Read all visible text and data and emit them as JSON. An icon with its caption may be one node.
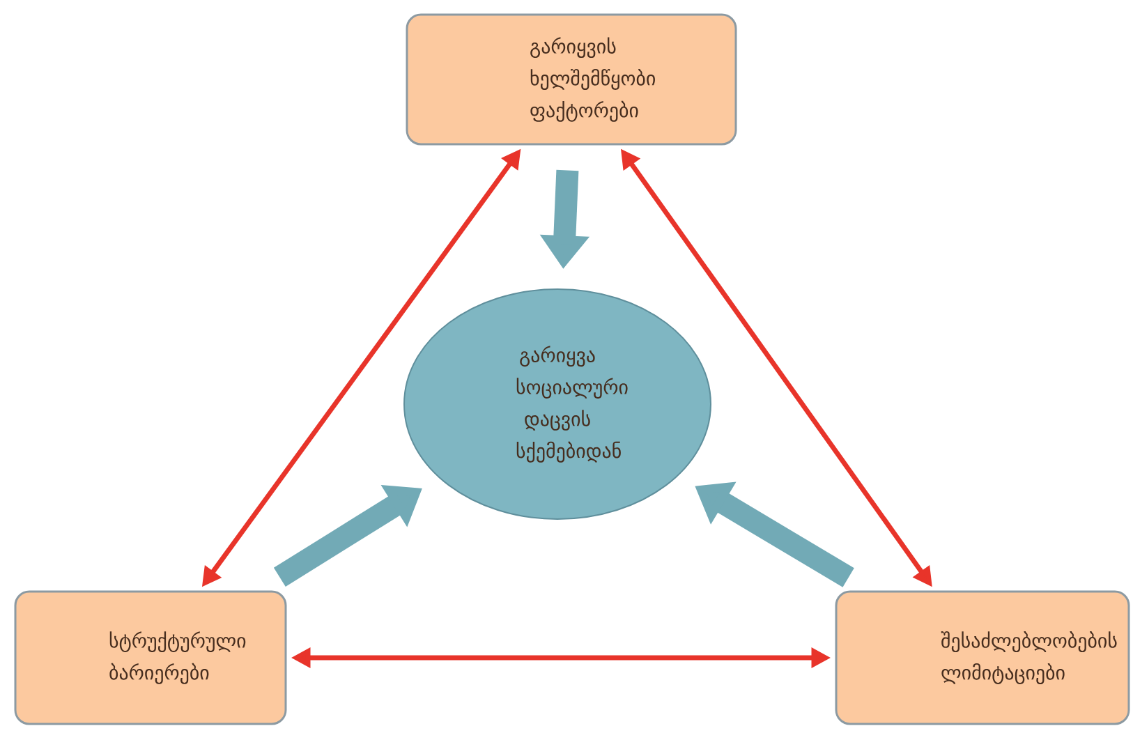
{
  "diagram": {
    "nodes": [
      {
        "text": [
          "გარიყვის ხელშემწყობი ფაქტორები"
        ]
      },
      {
        "text": [
          "გარიყვა სოციალური დაცვის სქემებიდან"
        ]
      },
      {
        "text": [
          "სტრუქტურული ბარიერები"
        ]
      },
      {
        "text": [
          "შესაძლებლობების ლიმიტაციები"
        ]
      }
    ],
    "edges": [
      {
        "from": 0,
        "to": 2,
        "arrow": "both",
        "color": "#e8342a"
      },
      {
        "from": 0,
        "to": 3,
        "arrow": "both",
        "color": "#e8342a"
      },
      {
        "from": 2,
        "to": 3,
        "arrow": "both",
        "color": "#e8342a"
      },
      {
        "from": 0,
        "to": 1,
        "arrow": "to",
        "style": "thick",
        "color": "#72aab6"
      },
      {
        "from": 2,
        "to": 1,
        "arrow": "to",
        "style": "thick",
        "color": "#72aab6"
      },
      {
        "from": 3,
        "to": 1,
        "arrow": "to",
        "style": "thick",
        "color": "#72aab6"
      }
    ]
  }
}
